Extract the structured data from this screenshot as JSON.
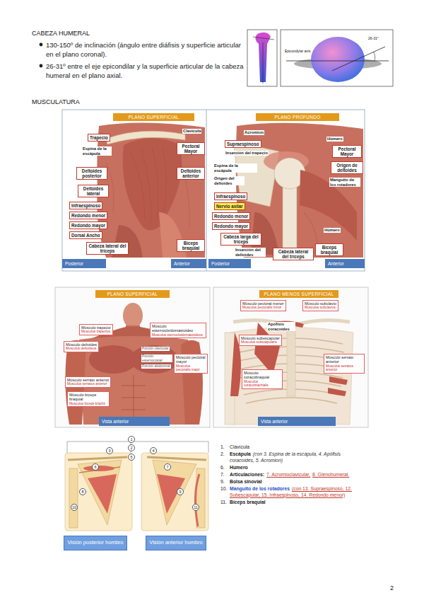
{
  "diagram": {
    "title": "CABEZA HUMERAL",
    "nodes": [
      {
        "text": [
          "PLANO SUPERFICIAL"
        ]
      },
      {
        "text": [
          "Trapecio"
        ]
      },
      {
        "text": [
          "Pectoral Mayor"
        ]
      },
      {
        "text": [
          "Deltoides posterior"
        ]
      },
      {
        "text": [
          "Deltoides anterior"
        ]
      },
      {
        "text": [
          "Deltoides lateral"
        ]
      },
      {
        "text": [
          "Infraespinoso"
        ]
      },
      {
        "text": [
          "Redondo menor"
        ]
      },
      {
        "text": [
          "Redondo mayor"
        ]
      },
      {
        "text": [
          "Dorsal Ancho"
        ]
      },
      {
        "text": [
          "Cabeza lateral del tríceps"
        ]
      },
      {
        "text": [
          "Bíceps braquial"
        ]
      },
      {
        "text": [
          "Posterior"
        ]
      },
      {
        "text": [
          "Anterior"
        ]
      },
      {
        "text": [
          "PLANO PROFUNDO"
        ]
      },
      {
        "text": [
          "Supraespinoso"
        ]
      },
      {
        "text": [
          "Pectoral Mayor"
        ]
      },
      {
        "text": [
          "Origen de deltoides"
        ]
      },
      {
        "text": [
          "Infraespinoso"
        ]
      },
      {
        "text": [
          "Nervio axilar"
        ]
      },
      {
        "text": [
          "Redondo menor"
        ]
      },
      {
        "text": [
          "Redondo mayor"
        ]
      },
      {
        "text": [
          "Cabeza larga del tríceps"
        ]
      },
      {
        "text": [
          "Cabeza lateral del tríceps"
        ]
      },
      {
        "text": [
          "Bíceps braquial"
        ]
      },
      {
        "text": [
          "Posterior"
        ]
      },
      {
        "text": [
          "Anterior"
        ]
      },
      {
        "text": [
          "PLANO SUPERFICIAL"
        ]
      },
      {
        "text": [
          "Músculo trapecio",
          "Musculus trapezius"
        ]
      },
      {
        "text": [
          "Músculo esternocleidomastoideo",
          "Musculus sternocleidomastoideus"
        ]
      },
      {
        "text": [
          "Músculo deltoides",
          "Musculus deltoideus"
        ]
      },
      {
        "text": [
          "Músculo pectoral mayor",
          "Musculus pectoralis major"
        ]
      },
      {
        "text": [
          "Músculo serrato anterior",
          "Musculus serratus anterior"
        ]
      },
      {
        "text": [
          "Músculo bíceps braquial",
          "Musculus biceps brachii"
        ]
      },
      {
        "text": [
          "Vista anterior"
        ]
      },
      {
        "text": [
          "PLANO MENOS SUPERFICIAL"
        ]
      },
      {
        "text": [
          "Músculo pectoral menor",
          "Musculus pectoralis minor"
        ]
      },
      {
        "text": [
          "Músculo subclavio",
          "Musculus subclavius"
        ]
      },
      {
        "text": [
          "Músculo subescapular",
          "Musculus subscapularis"
        ]
      },
      {
        "text": [
          "Músculo serrato anterior",
          "Musculus serratus anterior"
        ]
      },
      {
        "text": [
          "Músculo coracobraquial",
          "Musculus coracobrachialis"
        ]
      },
      {
        "text": [
          "Vista anterior"
        ]
      },
      {
        "text": [
          "Visión posterior hombro"
        ]
      },
      {
        "text": [
          "Visión anterior hombro"
        ]
      }
    ],
    "labels": [
      "130-150º de inclinación (ángulo entre diáfisis y superficie articular en el plano coronal).",
      "26-31º entre el eje epicondilar y la superficie articular de la cabeza humeral en el plano axial.",
      "Epicondylar axis",
      "26-31°",
      "MUSCULATURA",
      "Clavícula",
      "Espina de la escápula",
      "Acromion",
      "Inserción del trapecio",
      "Espina de la escápula",
      "Origen del deltoides",
      "Húmero",
      "Manguito de los rotadores",
      "Húmero",
      "Inserción del deltoides",
      "Porción clavicular",
      "Porción esternocostal",
      "Porción abdominal",
      "Apófisis coracoides",
      "1",
      "2",
      "3",
      "4",
      "5",
      "6",
      "7",
      "8",
      "9",
      "10",
      "11",
      "1.",
      "Clavícula",
      "2.",
      "Escápula",
      "(con 3. Espina de la escápula, 4. Apófisis coracoides, 5. Acromion)",
      "6.",
      "Húmero",
      "7.",
      "Articulaciones:",
      "7. Acromioclavicular,",
      "8. Glenohumeral.",
      "9.",
      "Bolsa sinovial",
      "10.",
      "Manguito de los rotadores",
      "(con 13. Supraespinoso, 12. Subescapular, 15. Infraespinoso, 14. Redondo menor)",
      "11.",
      "Bíceps braquial",
      "2"
    ]
  }
}
